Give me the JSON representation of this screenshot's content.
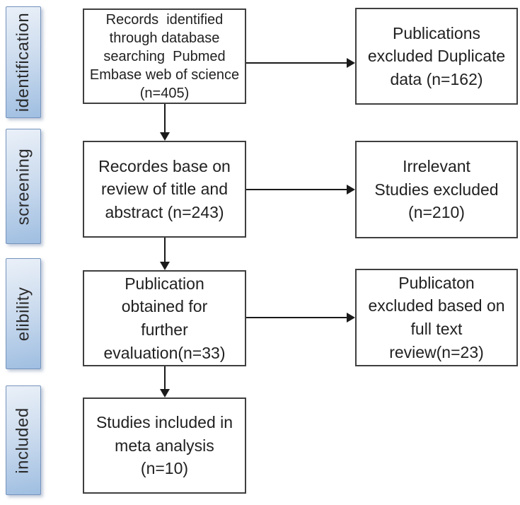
{
  "diagram": {
    "type": "prisma-flow",
    "stages": [
      {
        "label": "identification"
      },
      {
        "label": "screening"
      },
      {
        "label": "elibility"
      },
      {
        "label": "included"
      }
    ],
    "main_boxes": [
      {
        "text": "Records  identified\nthrough database\nsearching  Pubmed\nEmbase web of science\n(n=405)",
        "n": 405
      },
      {
        "text": "Recordes base on\nreview of title and\nabstract (n=243)",
        "n": 243
      },
      {
        "text": "Publication\nobtained for\nfurther\nevaluation(n=33)",
        "n": 33
      },
      {
        "text": "Studies included in\nmeta analysis\n(n=10)",
        "n": 10
      }
    ],
    "excluded_boxes": [
      {
        "text": "Publications\nexcluded Duplicate\ndata (n=162)",
        "n": 162
      },
      {
        "text": "Irrelevant\nStudies excluded\n(n=210)",
        "n": 210
      },
      {
        "text": "Publicaton\nexcluded based on\nfull text\nreview(n=23)",
        "n": 23
      }
    ]
  },
  "colors": {
    "background": "#ffffff",
    "stage_gradient_top": "#eaf0f8",
    "stage_gradient_bottom": "#9fbee1",
    "stage_border": "#7593bd",
    "box_border": "#3f3f3f",
    "text": "#212121",
    "arrow": "#1a1a1a"
  }
}
